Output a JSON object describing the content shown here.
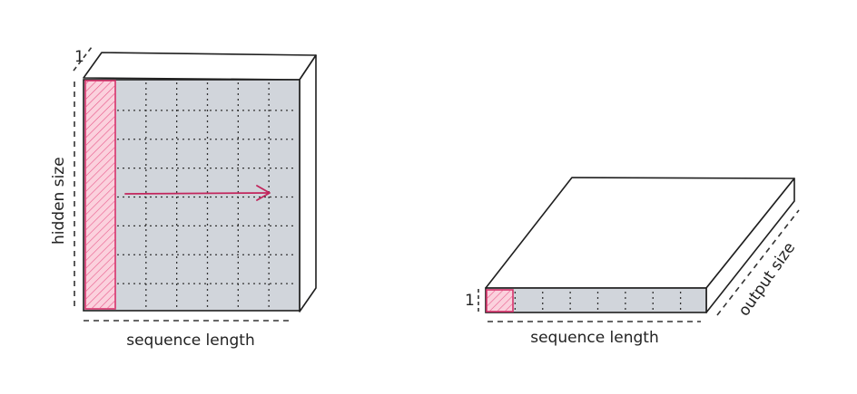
{
  "left_diagram": {
    "hidden_label": "hidden size",
    "sequence_label": "sequence length",
    "depth_label": "1",
    "grid_rows": 8,
    "grid_cols": 7
  },
  "right_diagram": {
    "sequence_label": "sequence length",
    "output_label": "output size",
    "height_label": "1",
    "grid_cols": 8
  },
  "colors": {
    "face_fill": "#d1d5db",
    "highlight_stroke": "#d6336c",
    "highlight_fill": "#fbd1dd",
    "arrow": "#c2255c",
    "outline": "#1f1f1f",
    "grid_dots": "#333333"
  }
}
